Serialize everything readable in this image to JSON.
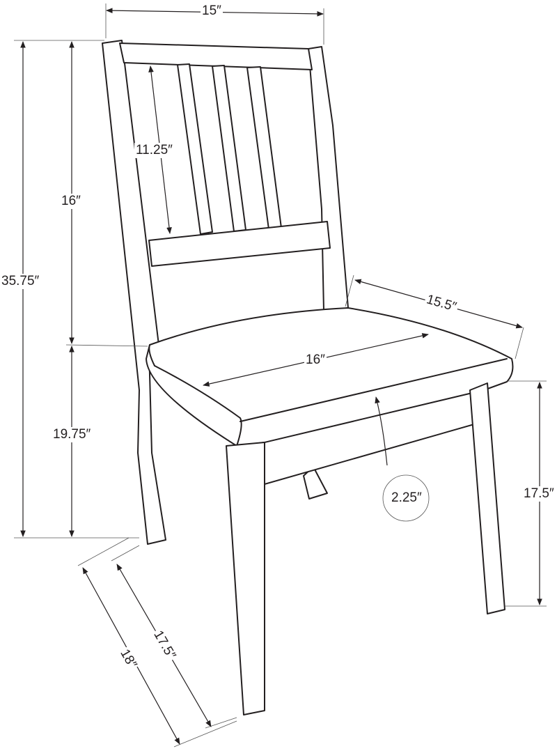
{
  "dimensions": {
    "back_width": "15″",
    "slat_height": "11.25″",
    "back_height": "16″",
    "total_height": "35.75″",
    "seat_depth": "15.5″",
    "seat_width": "16″",
    "seat_height": "19.75″",
    "seat_thickness": "2.25″",
    "leg_height": "17.5″",
    "side_depth_inner": "17.5″",
    "side_depth_outer": "18″"
  },
  "colors": {
    "line": "#231f20",
    "background": "#ffffff"
  }
}
